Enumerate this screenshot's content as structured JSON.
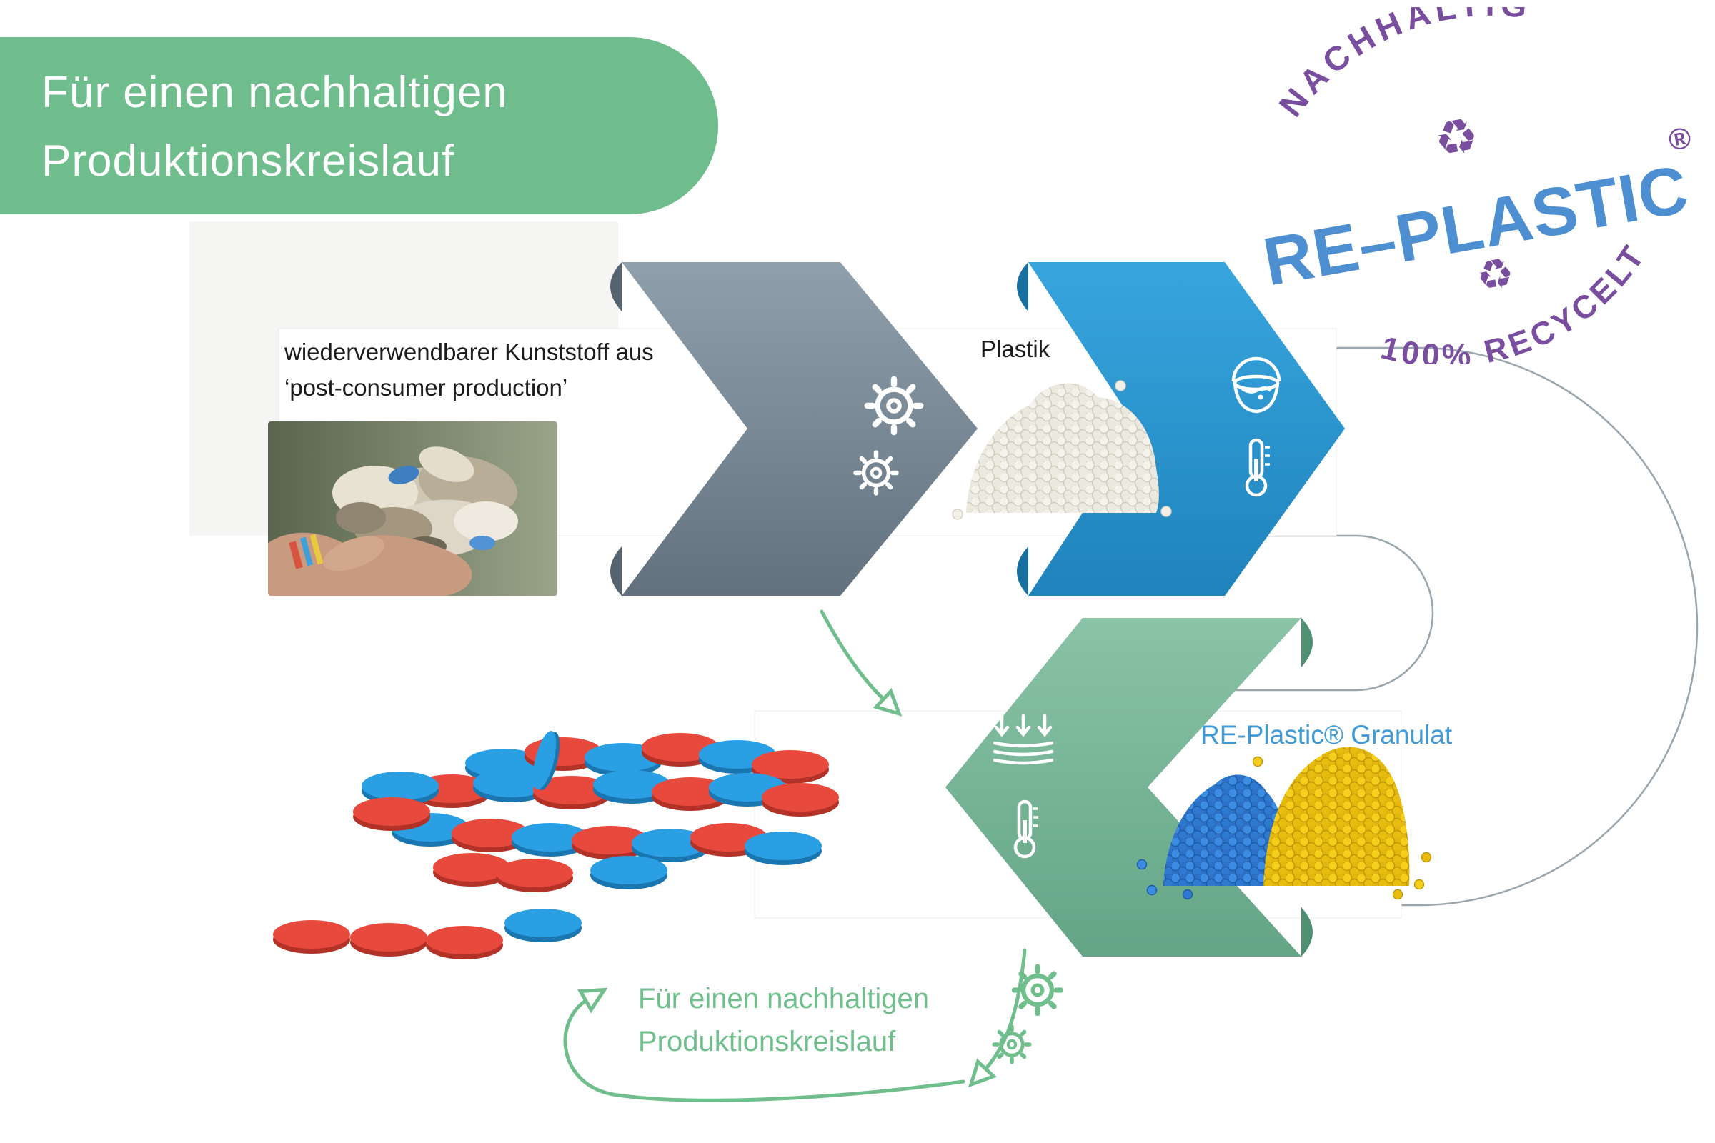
{
  "banner": {
    "line1": "Für einen nachhaltigen",
    "line2": "Produktionskreislauf"
  },
  "logo": {
    "arc_top": "NACHHALTIG",
    "brand": "RE–PLASTIC",
    "registered": "®",
    "arc_bottom": "100% RECYCELT"
  },
  "icons": {
    "recycle": "♻"
  },
  "flow": {
    "step1": {
      "line1": "wiederverwendbarer Kunststoff aus",
      "line2": "‘post-consumer production’"
    },
    "step2": {
      "label": "Plastik"
    },
    "step3": {
      "label": "RE-Plastic® Granulat"
    }
  },
  "footer": {
    "line1": "Für einen nachhaltigen",
    "line2": "Produktionskreislauf"
  },
  "colors": {
    "banner_green": "#6FBD8C",
    "logo_purple": "#7A4E9F",
    "logo_blue": "#4D8FD1",
    "chevron_gray": "#76868F",
    "chevron_blue": "#2B9CD8",
    "chevron_green": "#7BB99C",
    "arrow_green": "#6FBE8C",
    "granulat_label_blue": "#3F9AD5"
  }
}
